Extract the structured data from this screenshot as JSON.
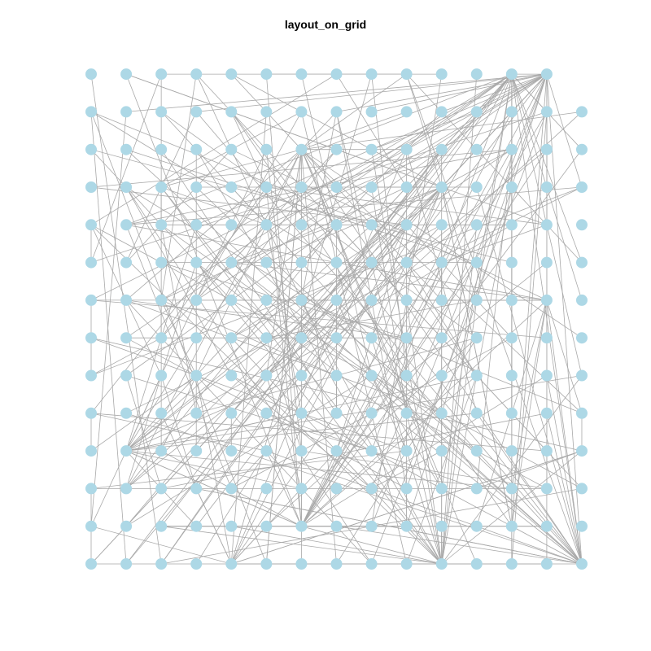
{
  "title": "layout_on_grid",
  "graph": {
    "layout": "grid",
    "columns": 15,
    "rows": 14,
    "node_count": 209,
    "node_color": "#add8e6",
    "edge_color": "#a9a9a9",
    "background": "#ffffff",
    "hubs": [
      {
        "col": 12,
        "row": 13
      },
      {
        "col": 13,
        "row": 13
      },
      {
        "col": 6,
        "row": 11
      },
      {
        "col": 10,
        "row": 10
      },
      {
        "col": 13,
        "row": 7
      },
      {
        "col": 1,
        "row": 3
      },
      {
        "col": 6,
        "row": 1
      },
      {
        "col": 10,
        "row": 0
      },
      {
        "col": 14,
        "row": 0
      },
      {
        "col": 4,
        "row": 0
      }
    ]
  }
}
